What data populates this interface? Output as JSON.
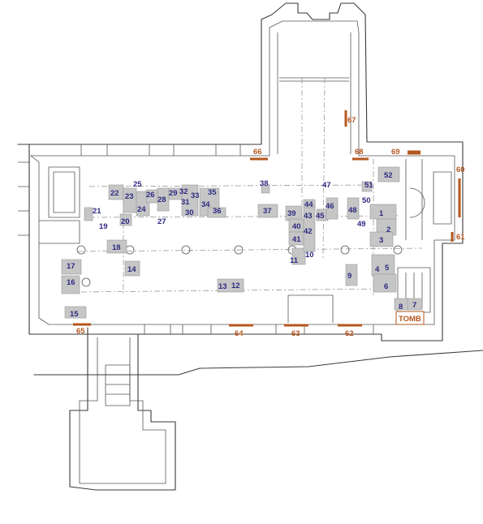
{
  "plan": {
    "colors": {
      "stone_label": "#2d2a82",
      "window_label": "#b5561e",
      "slab": "#c6c6c6",
      "wall": "#3a3a3a"
    },
    "tomb_label": "TOMB",
    "stones": [
      {
        "id": "1"
      },
      {
        "id": "2"
      },
      {
        "id": "3"
      },
      {
        "id": "4"
      },
      {
        "id": "5"
      },
      {
        "id": "6"
      },
      {
        "id": "7"
      },
      {
        "id": "8"
      },
      {
        "id": "9"
      },
      {
        "id": "10"
      },
      {
        "id": "11"
      },
      {
        "id": "12"
      },
      {
        "id": "13"
      },
      {
        "id": "14"
      },
      {
        "id": "15"
      },
      {
        "id": "16"
      },
      {
        "id": "17"
      },
      {
        "id": "18"
      },
      {
        "id": "19"
      },
      {
        "id": "20"
      },
      {
        "id": "21"
      },
      {
        "id": "22"
      },
      {
        "id": "23"
      },
      {
        "id": "24"
      },
      {
        "id": "25"
      },
      {
        "id": "26"
      },
      {
        "id": "27"
      },
      {
        "id": "28"
      },
      {
        "id": "29"
      },
      {
        "id": "30"
      },
      {
        "id": "31"
      },
      {
        "id": "32"
      },
      {
        "id": "33"
      },
      {
        "id": "34"
      },
      {
        "id": "35"
      },
      {
        "id": "36"
      },
      {
        "id": "37"
      },
      {
        "id": "38"
      },
      {
        "id": "39"
      },
      {
        "id": "40"
      },
      {
        "id": "41"
      },
      {
        "id": "42"
      },
      {
        "id": "43"
      },
      {
        "id": "44"
      },
      {
        "id": "45"
      },
      {
        "id": "46"
      },
      {
        "id": "47"
      },
      {
        "id": "48"
      },
      {
        "id": "49"
      },
      {
        "id": "50"
      },
      {
        "id": "51"
      },
      {
        "id": "52"
      }
    ],
    "windows": [
      {
        "id": "60"
      },
      {
        "id": "61"
      },
      {
        "id": "62"
      },
      {
        "id": "63"
      },
      {
        "id": "64"
      },
      {
        "id": "65"
      },
      {
        "id": "66"
      },
      {
        "id": "67"
      },
      {
        "id": "68"
      },
      {
        "id": "69"
      }
    ]
  }
}
